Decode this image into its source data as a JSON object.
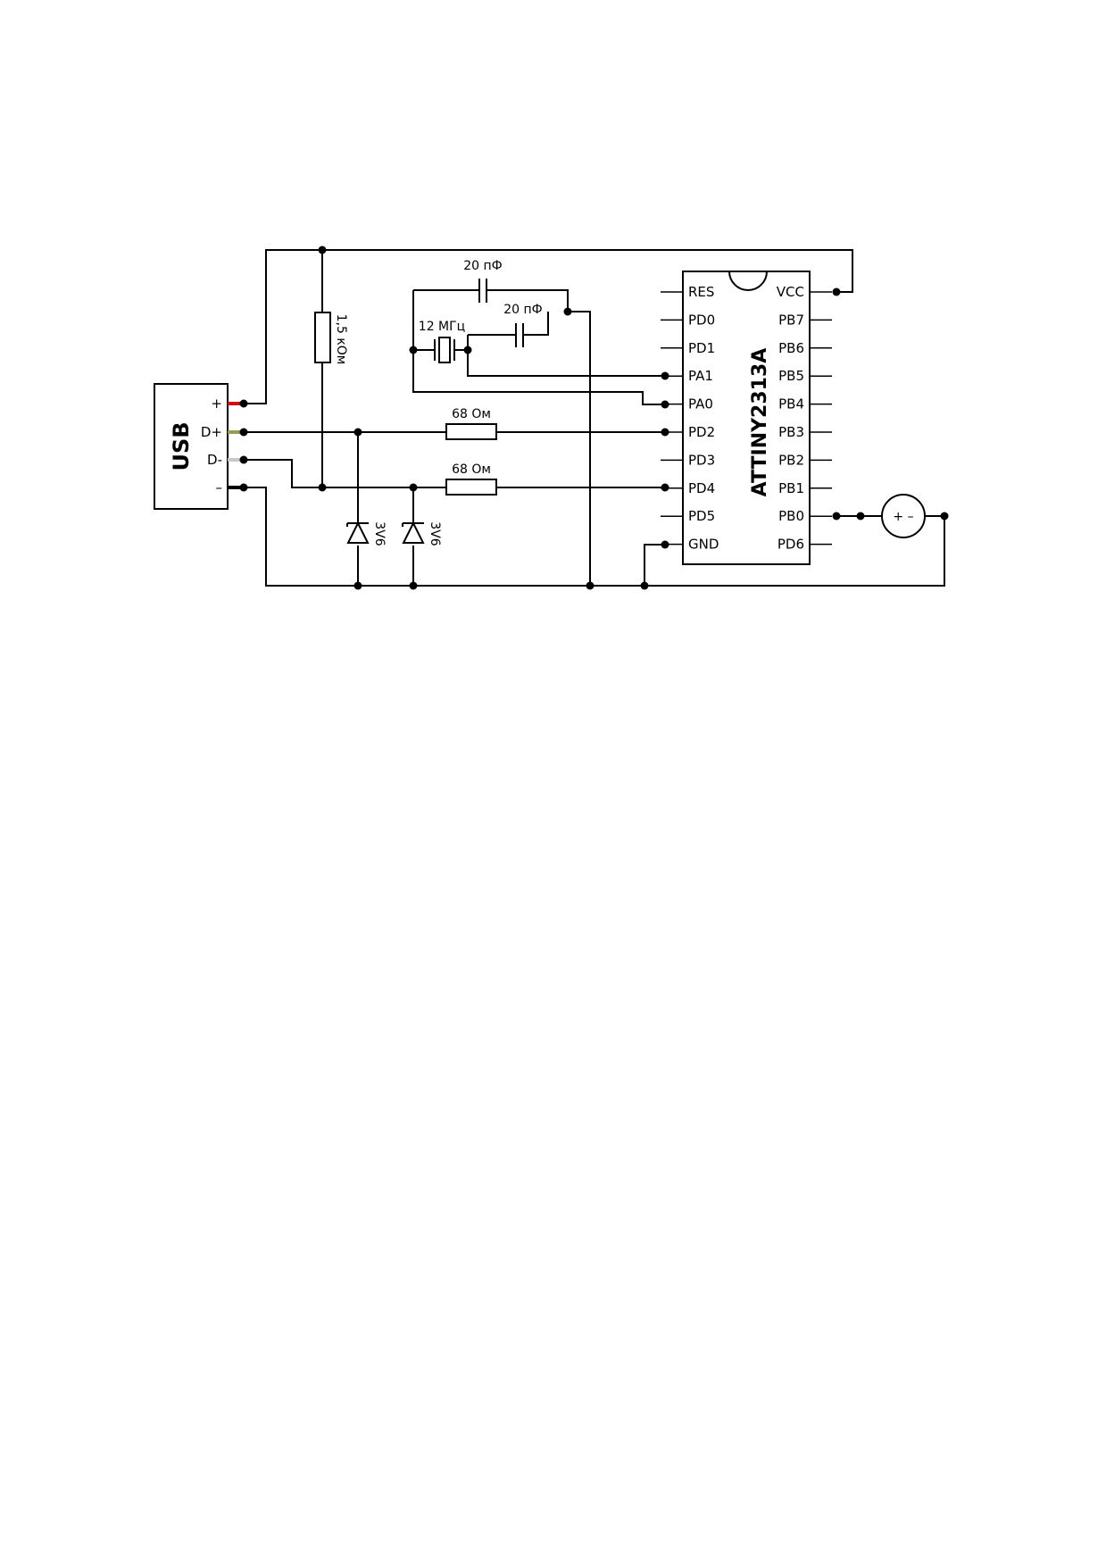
{
  "usb": {
    "label": "USB",
    "pins": [
      "+",
      "D+",
      "D-",
      "–"
    ],
    "pin_colors": [
      "#d01010",
      "#9a9a55",
      "#c8c8c8",
      "#000000"
    ]
  },
  "chip": {
    "name": "ATTINY2313A",
    "left_pins": [
      "RES",
      "PD0",
      "PD1",
      "PA1",
      "PA0",
      "PD2",
      "PD3",
      "PD4",
      "PD5",
      "GND"
    ],
    "right_pins": [
      "VCC",
      "PB7",
      "PB6",
      "PB5",
      "PB4",
      "PB3",
      "PB2",
      "PB1",
      "PB0",
      "PD6"
    ]
  },
  "components": {
    "cap_top": "20 пФ",
    "cap_bottom": "20 пФ",
    "crystal": "12 МГц",
    "pullup": "1,5 кОм",
    "r_dplus": "68 Ом",
    "r_dminus": "68 Ом",
    "zener_1": "3V6",
    "zener_2": "3V6",
    "buzzer": "+ –"
  }
}
